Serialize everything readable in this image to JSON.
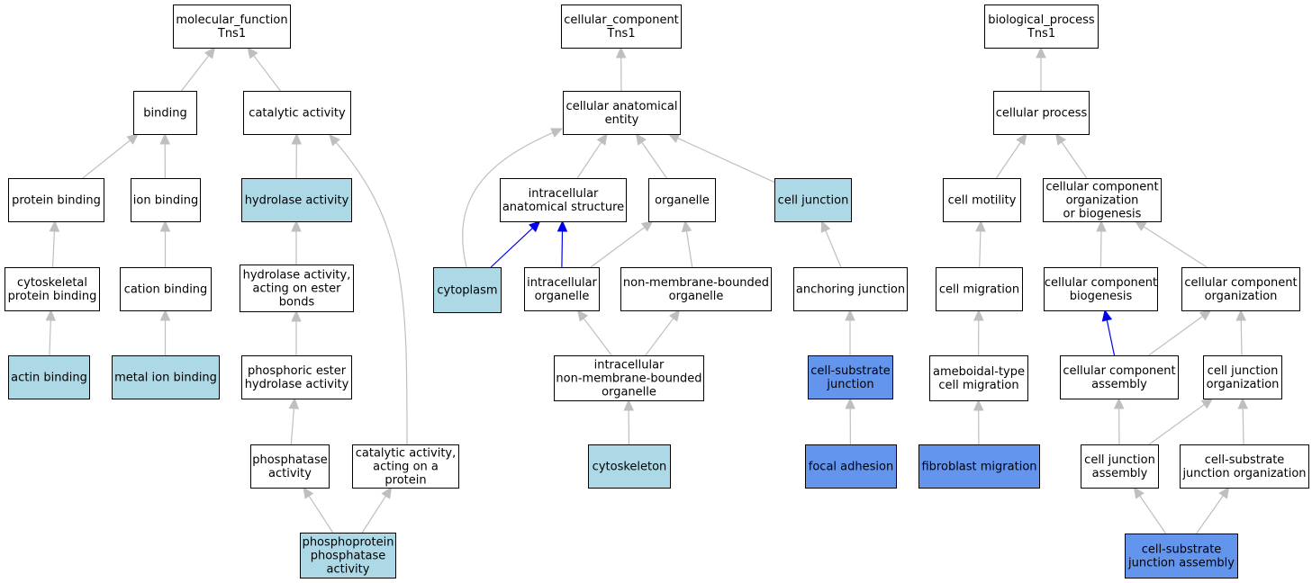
{
  "colors": {
    "plain": "#ffffff",
    "light": "#add8e6",
    "medium": "#6495ed",
    "edge_grey": "#bfbfbf",
    "edge_blue": "#0000ee"
  },
  "nodes": [
    {
      "id": "mf",
      "lines": [
        "molecular_function",
        "Tns1"
      ],
      "fill": "plain"
    },
    {
      "id": "binding",
      "lines": [
        "binding"
      ],
      "fill": "plain"
    },
    {
      "id": "catalytic",
      "lines": [
        "catalytic activity"
      ],
      "fill": "plain"
    },
    {
      "id": "protein_binding",
      "lines": [
        "protein binding"
      ],
      "fill": "plain"
    },
    {
      "id": "ion_binding",
      "lines": [
        "ion binding"
      ],
      "fill": "plain"
    },
    {
      "id": "hydrolase",
      "lines": [
        "hydrolase activity"
      ],
      "fill": "light"
    },
    {
      "id": "cytoskeletal_pb",
      "lines": [
        "cytoskeletal",
        "protein binding"
      ],
      "fill": "plain"
    },
    {
      "id": "cation_binding",
      "lines": [
        "cation binding"
      ],
      "fill": "plain"
    },
    {
      "id": "hydrolase_ester",
      "lines": [
        "hydrolase activity,",
        "acting on ester",
        "bonds"
      ],
      "fill": "plain"
    },
    {
      "id": "actin_binding",
      "lines": [
        "actin binding"
      ],
      "fill": "light"
    },
    {
      "id": "metal_ion",
      "lines": [
        "metal ion binding"
      ],
      "fill": "light"
    },
    {
      "id": "phosphoric_ester",
      "lines": [
        "phosphoric ester",
        "hydrolase activity"
      ],
      "fill": "plain"
    },
    {
      "id": "phosphatase",
      "lines": [
        "phosphatase",
        "activity"
      ],
      "fill": "plain"
    },
    {
      "id": "catalytic_protein",
      "lines": [
        "catalytic activity,",
        "acting on a",
        "protein"
      ],
      "fill": "plain"
    },
    {
      "id": "phosphoprotein",
      "lines": [
        "phosphoprotein",
        "phosphatase",
        "activity"
      ],
      "fill": "light"
    },
    {
      "id": "cc",
      "lines": [
        "cellular_component",
        "Tns1"
      ],
      "fill": "plain"
    },
    {
      "id": "cae",
      "lines": [
        "cellular anatomical",
        "entity"
      ],
      "fill": "plain"
    },
    {
      "id": "intracellular_as",
      "lines": [
        "intracellular",
        "anatomical structure"
      ],
      "fill": "plain"
    },
    {
      "id": "organelle",
      "lines": [
        "organelle"
      ],
      "fill": "plain"
    },
    {
      "id": "cell_junction",
      "lines": [
        "cell junction"
      ],
      "fill": "light"
    },
    {
      "id": "cytoplasm",
      "lines": [
        "cytoplasm"
      ],
      "fill": "light"
    },
    {
      "id": "intracellular_org",
      "lines": [
        "intracellular",
        "organelle"
      ],
      "fill": "plain"
    },
    {
      "id": "nmb_org",
      "lines": [
        "non-membrane-bounded",
        "organelle"
      ],
      "fill": "plain"
    },
    {
      "id": "anchoring",
      "lines": [
        "anchoring junction"
      ],
      "fill": "plain"
    },
    {
      "id": "intra_nmb",
      "lines": [
        "intracellular",
        "non-membrane-bounded",
        "organelle"
      ],
      "fill": "plain"
    },
    {
      "id": "cs_junction",
      "lines": [
        "cell-substrate",
        "junction"
      ],
      "fill": "medium"
    },
    {
      "id": "cytoskeleton",
      "lines": [
        "cytoskeleton"
      ],
      "fill": "light"
    },
    {
      "id": "focal_adhesion",
      "lines": [
        "focal adhesion"
      ],
      "fill": "medium"
    },
    {
      "id": "bp",
      "lines": [
        "biological_process",
        "Tns1"
      ],
      "fill": "plain"
    },
    {
      "id": "cellular_process",
      "lines": [
        "cellular process"
      ],
      "fill": "plain"
    },
    {
      "id": "cell_motility",
      "lines": [
        "cell motility"
      ],
      "fill": "plain"
    },
    {
      "id": "ccob",
      "lines": [
        "cellular component",
        "organization",
        "or biogenesis"
      ],
      "fill": "plain"
    },
    {
      "id": "cell_migration",
      "lines": [
        "cell migration"
      ],
      "fill": "plain"
    },
    {
      "id": "cc_biogenesis",
      "lines": [
        "cellular component",
        "biogenesis"
      ],
      "fill": "plain"
    },
    {
      "id": "cc_org",
      "lines": [
        "cellular component",
        "organization"
      ],
      "fill": "plain"
    },
    {
      "id": "ameboidal",
      "lines": [
        "ameboidal-type",
        "cell migration"
      ],
      "fill": "plain"
    },
    {
      "id": "cc_assembly",
      "lines": [
        "cellular component",
        "assembly"
      ],
      "fill": "plain"
    },
    {
      "id": "cj_org",
      "lines": [
        "cell junction",
        "organization"
      ],
      "fill": "plain"
    },
    {
      "id": "fibroblast",
      "lines": [
        "fibroblast migration"
      ],
      "fill": "medium"
    },
    {
      "id": "cj_assembly",
      "lines": [
        "cell junction",
        "assembly"
      ],
      "fill": "plain"
    },
    {
      "id": "csj_org",
      "lines": [
        "cell-substrate",
        "junction organization"
      ],
      "fill": "plain"
    },
    {
      "id": "csj_assembly",
      "lines": [
        "cell-substrate",
        "junction assembly"
      ],
      "fill": "medium"
    }
  ],
  "edges": [
    {
      "from": "binding",
      "to": "mf",
      "color": "edge_grey"
    },
    {
      "from": "catalytic",
      "to": "mf",
      "color": "edge_grey"
    },
    {
      "from": "protein_binding",
      "to": "binding",
      "color": "edge_grey"
    },
    {
      "from": "ion_binding",
      "to": "binding",
      "color": "edge_grey"
    },
    {
      "from": "hydrolase",
      "to": "catalytic",
      "color": "edge_grey"
    },
    {
      "from": "cytoskeletal_pb",
      "to": "protein_binding",
      "color": "edge_grey"
    },
    {
      "from": "cation_binding",
      "to": "ion_binding",
      "color": "edge_grey"
    },
    {
      "from": "hydrolase_ester",
      "to": "hydrolase",
      "color": "edge_grey"
    },
    {
      "from": "actin_binding",
      "to": "cytoskeletal_pb",
      "color": "edge_grey"
    },
    {
      "from": "metal_ion",
      "to": "cation_binding",
      "color": "edge_grey"
    },
    {
      "from": "phosphoric_ester",
      "to": "hydrolase_ester",
      "color": "edge_grey"
    },
    {
      "from": "phosphatase",
      "to": "phosphoric_ester",
      "color": "edge_grey"
    },
    {
      "from": "catalytic_protein",
      "to": "catalytic",
      "color": "edge_grey"
    },
    {
      "from": "phosphoprotein",
      "to": "phosphatase",
      "color": "edge_grey"
    },
    {
      "from": "phosphoprotein",
      "to": "catalytic_protein",
      "color": "edge_grey"
    },
    {
      "from": "cae",
      "to": "cc",
      "color": "edge_grey"
    },
    {
      "from": "intracellular_as",
      "to": "cae",
      "color": "edge_grey"
    },
    {
      "from": "organelle",
      "to": "cae",
      "color": "edge_grey"
    },
    {
      "from": "cell_junction",
      "to": "cae",
      "color": "edge_grey"
    },
    {
      "from": "cytoplasm",
      "to": "cae",
      "color": "edge_grey"
    },
    {
      "from": "cytoplasm",
      "to": "intracellular_as",
      "color": "edge_blue"
    },
    {
      "from": "intracellular_org",
      "to": "intracellular_as",
      "color": "edge_blue"
    },
    {
      "from": "intracellular_org",
      "to": "organelle",
      "color": "edge_grey"
    },
    {
      "from": "nmb_org",
      "to": "organelle",
      "color": "edge_grey"
    },
    {
      "from": "anchoring",
      "to": "cell_junction",
      "color": "edge_grey"
    },
    {
      "from": "intra_nmb",
      "to": "intracellular_org",
      "color": "edge_grey"
    },
    {
      "from": "intra_nmb",
      "to": "nmb_org",
      "color": "edge_grey"
    },
    {
      "from": "cs_junction",
      "to": "anchoring",
      "color": "edge_grey"
    },
    {
      "from": "cytoskeleton",
      "to": "intra_nmb",
      "color": "edge_grey"
    },
    {
      "from": "focal_adhesion",
      "to": "cs_junction",
      "color": "edge_grey"
    },
    {
      "from": "cellular_process",
      "to": "bp",
      "color": "edge_grey"
    },
    {
      "from": "cell_motility",
      "to": "cellular_process",
      "color": "edge_grey"
    },
    {
      "from": "ccob",
      "to": "cellular_process",
      "color": "edge_grey"
    },
    {
      "from": "cell_migration",
      "to": "cell_motility",
      "color": "edge_grey"
    },
    {
      "from": "cc_biogenesis",
      "to": "ccob",
      "color": "edge_grey"
    },
    {
      "from": "cc_org",
      "to": "ccob",
      "color": "edge_grey"
    },
    {
      "from": "ameboidal",
      "to": "cell_migration",
      "color": "edge_grey"
    },
    {
      "from": "cc_assembly",
      "to": "cc_biogenesis",
      "color": "edge_blue"
    },
    {
      "from": "cc_assembly",
      "to": "cc_org",
      "color": "edge_grey"
    },
    {
      "from": "cj_org",
      "to": "cc_org",
      "color": "edge_grey"
    },
    {
      "from": "fibroblast",
      "to": "ameboidal",
      "color": "edge_grey"
    },
    {
      "from": "cj_assembly",
      "to": "cc_assembly",
      "color": "edge_grey"
    },
    {
      "from": "cj_assembly",
      "to": "cj_org",
      "color": "edge_grey"
    },
    {
      "from": "csj_org",
      "to": "cj_org",
      "color": "edge_grey"
    },
    {
      "from": "csj_assembly",
      "to": "cj_assembly",
      "color": "edge_grey"
    },
    {
      "from": "csj_assembly",
      "to": "csj_org",
      "color": "edge_grey"
    }
  ]
}
